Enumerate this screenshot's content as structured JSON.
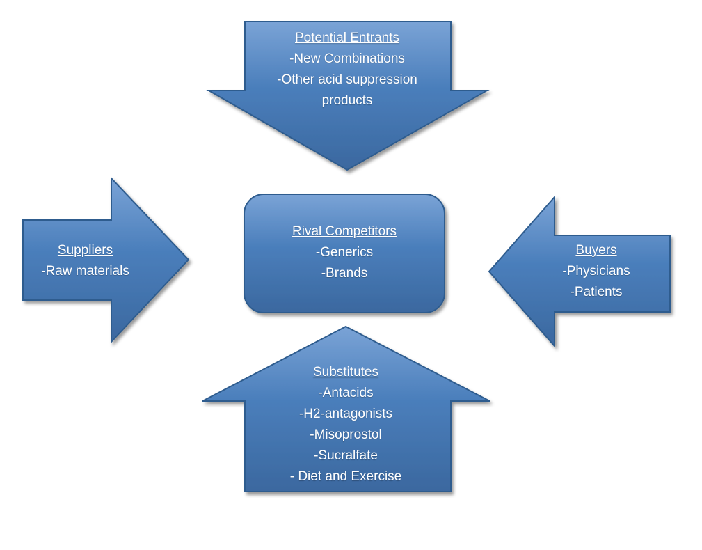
{
  "colors": {
    "shape_fill_light": "#7aa3d6",
    "shape_fill_mid": "#4a7ebb",
    "shape_fill_dark": "#3b689f",
    "shape_border": "#2e5c8e",
    "text": "#ffffff"
  },
  "nodes": {
    "potential_entrants": {
      "title": "Potential Entrants",
      "lines": [
        "-New Combinations",
        "-Other acid suppression products"
      ]
    },
    "suppliers": {
      "title": "Suppliers",
      "lines": [
        "-Raw materials"
      ]
    },
    "buyers": {
      "title": "Buyers",
      "lines": [
        "-Physicians",
        "-Patients"
      ]
    },
    "substitutes": {
      "title": "Substitutes",
      "lines": [
        "-Antacids",
        "-H2-antagonists",
        "-Misoprostol",
        "-Sucralfate",
        "- Diet and Exercise"
      ]
    },
    "rival_competitors": {
      "title": "Rival Competitors",
      "lines": [
        "-Generics",
        "-Brands"
      ]
    }
  }
}
